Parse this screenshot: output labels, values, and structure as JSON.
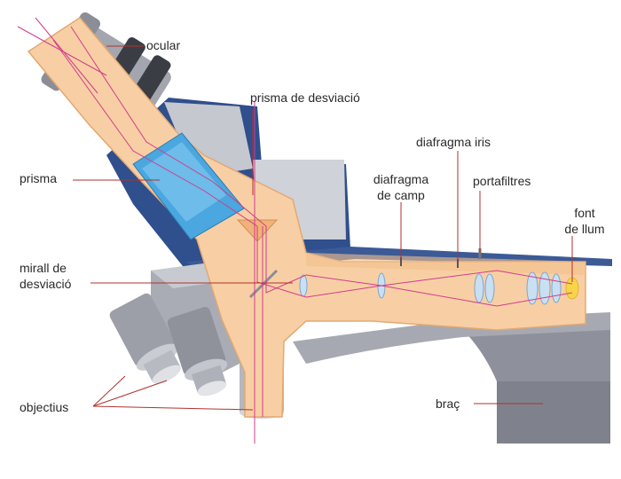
{
  "labels": {
    "ocular": "ocular",
    "prisma_desviacio": "prisma de desviació",
    "diafragma_iris": "diafragma iris",
    "prisma": "prisma",
    "diafragma_camp_1": "diafragma",
    "diafragma_camp_2": "de camp",
    "portafiltres": "portafiltres",
    "font_llum_1": "font",
    "font_llum_2": "de llum",
    "mirall_1": "mirall de",
    "mirall_2": "desviació",
    "objectius": "objectius",
    "brac": "braç"
  },
  "colors": {
    "optic_body": "#f8cfa4",
    "optic_outline": "#e3a873",
    "housing_grey": "#b9bcc4",
    "housing_blue": "#2f4f8d",
    "arm_grey": "#8d909a",
    "prism_blue": "#4aa7df",
    "ray_pink": "#d23c8c",
    "leader_red": "#b0322e"
  }
}
